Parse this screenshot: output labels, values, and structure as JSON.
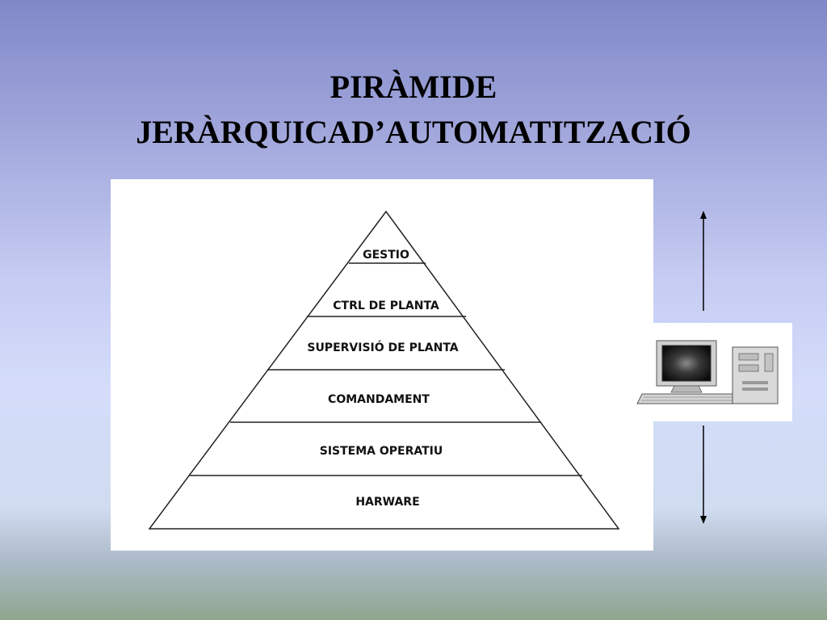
{
  "slide": {
    "title_line_1": "PIRÀMIDE",
    "title_line_2": "JERÀRQUICAD’AUTOMATITZACIÓ"
  },
  "pyramid": {
    "levels": [
      {
        "label": "GESTIO"
      },
      {
        "label": "CTRL DE PLANTA"
      },
      {
        "label": "SUPERVISIÓ DE PLANTA"
      },
      {
        "label": "COMANDAMENT"
      },
      {
        "label": "SISTEMA OPERATIU"
      },
      {
        "label": "HARWARE"
      }
    ]
  },
  "icons": {
    "computer": "computer-icon",
    "arrow_up": "arrow-up-icon",
    "arrow_down": "arrow-down-icon"
  }
}
